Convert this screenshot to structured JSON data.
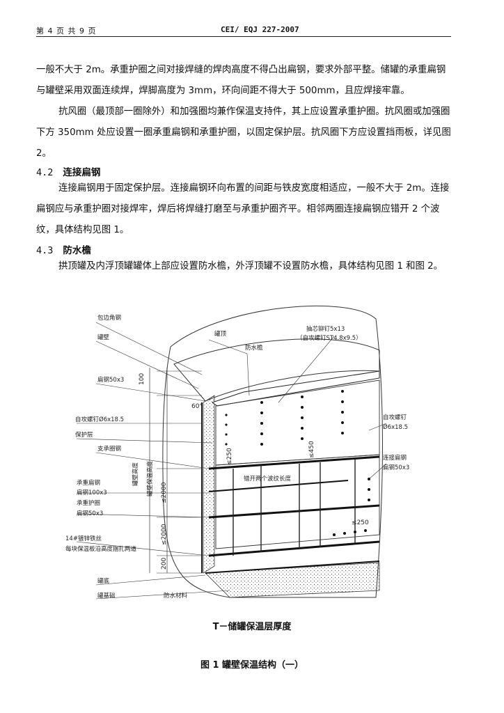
{
  "header": {
    "page": "第 4 页 共 9 页",
    "code": "CEI/ EQJ 227-2007"
  },
  "paragraphs": {
    "p1": "一般不大于 2m。承重护圈之间对接焊缝的焊肉高度不得凸出扁钢，要求外部平整。储罐的承重扁钢与罐壁采用双面连续焊，焊脚高度为 3mm，环向间距不得大于 500mm，且应焊接牢靠。",
    "p2": "抗风圈（最顶部一圈除外）和加强圈均兼作保温支持件，其上应设置承重护圈。抗风圈或加强圈下方 350mm 处应设置一圈承重扁钢和承重护圈，以固定保护层。抗风圈下方应设置挡雨板，详见图 2。",
    "s42_num": "4.2",
    "s42_title": "连接扁钢",
    "p3": "连接扁钢用于固定保护层。连接扁钢环向布置的间距与铁皮宽度相适应，一般不大于 2m。连接扁钢应与承重护圈对接焊牢，焊后将焊缝打磨至与承重护圈齐平。相邻两圈连接扁钢应错开 2 个波纹，具体结构见图 1。",
    "s43_num": "4.3",
    "s43_title": "防水檐",
    "p4": "拱顶罐及内浮顶罐罐体上部应设置防水檐，外浮顶罐不设置防水檐，具体结构见图 1 和图 2。"
  },
  "figure": {
    "labels": {
      "edge_angle": "包边角钢",
      "tank_wall": "罐壁",
      "roof": "罐顶",
      "rivet": "抽芯铆钉5x13",
      "rivet2": "（自攻螺钉ST4.8x9.5）",
      "drip": "防水檐",
      "flat_bar": "扁钢50x3",
      "screw_left": "自攻螺钉Ø6x18.5",
      "protect": "保护层",
      "support_ring": "支承圈钢",
      "bearing_bar": "承重扁钢",
      "bearing_bar_size": "扁钢100x3",
      "bearing_ring": "承重护圈",
      "bearing_ring_size": "扁钢50x3",
      "wire": "14#镀锌铁丝",
      "wire_note": "每块保温板沿高度捆扎两道",
      "bottom": "罐底",
      "foundation": "罐基础",
      "waterproof": "防水材料",
      "screw_right": "自攻螺钉",
      "screw_right_size": "Ø6x18.5",
      "conn_bar": "连接扁钢",
      "conn_bar_size": "扁钢50x3",
      "stagger": "错开两个波纹长度",
      "v_label1": "罐壁高度",
      "v_label2": "罐壁保温高度"
    },
    "dims": {
      "d100": "100",
      "d60": "60°",
      "d250a": "≤250",
      "d450": "≤450",
      "d2000a": "≤2000",
      "d2000b": "≤2000",
      "d200": "200",
      "d250b": "≤250"
    }
  },
  "captions": {
    "sub": "T－储罐保温层厚度",
    "main": "图 1    罐壁保温结构（一）"
  }
}
